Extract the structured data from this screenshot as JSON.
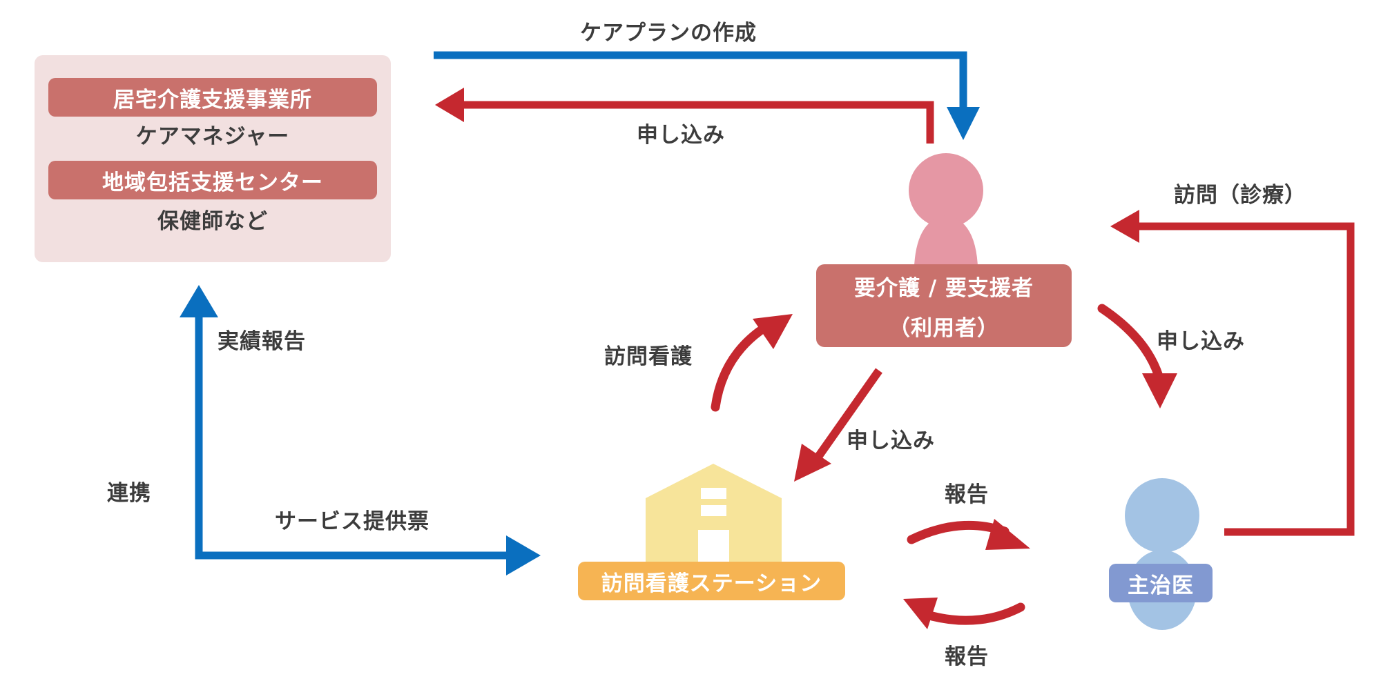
{
  "colors": {
    "blue": "#0a6fbf",
    "red": "#c5282f",
    "office_bg": "#f2e0e0",
    "pill_red": "#c9716c",
    "user_icon": "#e597a4",
    "station_building": "#f7e49a",
    "station_label": "#f6b453",
    "doctor_icon": "#a3c3e4",
    "doctor_label": "#8299d1",
    "text": "#3c3c3c"
  },
  "office": {
    "home_care_support_office": "居宅介護支援事業所",
    "care_manager": "ケアマネジャー",
    "community_support_center": "地域包括支援センター",
    "public_health_nurse": "保健師など"
  },
  "user": {
    "line1": "要介護 / 要支援者",
    "line2": "（利用者）"
  },
  "station": {
    "label": "訪問看護ステーション"
  },
  "doctor": {
    "label": "主治医"
  },
  "flows": {
    "care_plan_creation": "ケアプランの作成",
    "application_user_to_office": "申し込み",
    "visit_treatment": "訪問（診療）",
    "performance_report": "実績報告",
    "home_nursing": "訪問看護",
    "application_user_to_doctor": "申し込み",
    "application_user_to_station": "申し込み",
    "coordination": "連携",
    "service_slip": "サービス提供票",
    "report_station_to_doctor": "報告",
    "report_doctor_to_station": "報告"
  }
}
